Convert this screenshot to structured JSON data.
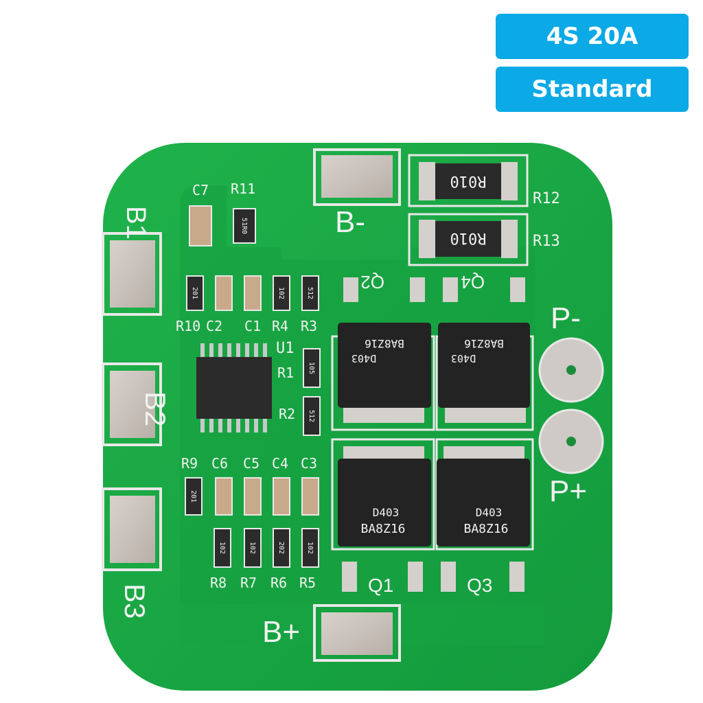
{
  "badges": {
    "spec": "4S 20A",
    "variant": "Standard"
  },
  "board": {
    "pads": [
      "B1",
      "B2",
      "B3",
      "B-",
      "B+",
      "P-",
      "P+"
    ],
    "shunts": [
      {
        "ref": "R12",
        "marking": "R010"
      },
      {
        "ref": "R13",
        "marking": "R010"
      }
    ],
    "mosfets": [
      {
        "ref": "Q1",
        "line1": "D403",
        "line2": "BA8Z16"
      },
      {
        "ref": "Q2",
        "line1": "D403",
        "line2": "BA8Z16"
      },
      {
        "ref": "Q3",
        "line1": "D403",
        "line2": "BA8Z16"
      },
      {
        "ref": "Q4",
        "line1": "D403",
        "line2": "BA8Z16"
      }
    ],
    "ic": "U1",
    "top_labels": {
      "c7": "C7",
      "r11": "R11",
      "r11_mark": "51R0"
    },
    "row1_labels": [
      "R10",
      "C2",
      "C1",
      "R4",
      "R3"
    ],
    "row1_marks": [
      "201",
      "102",
      "512"
    ],
    "mid_labels": [
      "R1",
      "R2"
    ],
    "mid_marks": [
      "105",
      "512"
    ],
    "row2_labels": [
      "R9",
      "C6",
      "C5",
      "C4",
      "C3"
    ],
    "row2_marks": [
      "201"
    ],
    "row3_labels": [
      "R8",
      "R7",
      "R6",
      "R5"
    ],
    "row3_marks": [
      "102",
      "102",
      "202",
      "102"
    ]
  }
}
